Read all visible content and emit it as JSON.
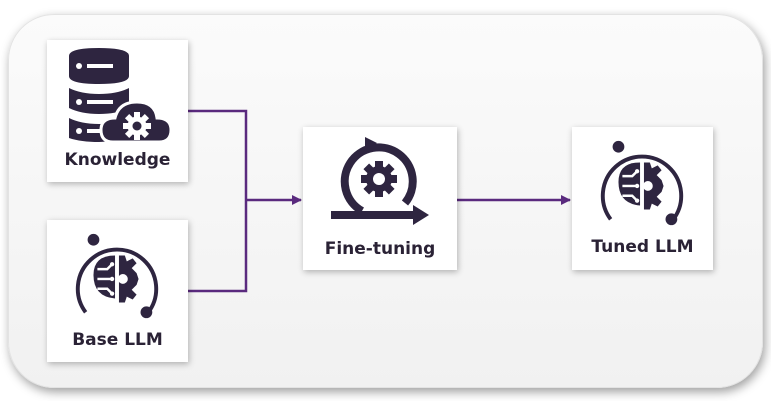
{
  "nodes": {
    "knowledge": {
      "label": "Knowledge",
      "icon": "database-cog-cloud-icon"
    },
    "base_llm": {
      "label": "Base LLM",
      "icon": "ai-brain-gear-icon"
    },
    "fine_tuning": {
      "label": "Fine-tuning",
      "icon": "cycle-gear-arrow-icon"
    },
    "tuned_llm": {
      "label": "Tuned LLM",
      "icon": "ai-brain-gear-icon"
    }
  },
  "edges": [
    {
      "from": "knowledge",
      "to": "fine_tuning"
    },
    {
      "from": "base_llm",
      "to": "fine_tuning"
    },
    {
      "from": "fine_tuning",
      "to": "tuned_llm"
    }
  ],
  "colors": {
    "icon": "#2e2540",
    "connector": "#5a2a7e",
    "label": "#2a2235",
    "card": "#ffffff"
  }
}
